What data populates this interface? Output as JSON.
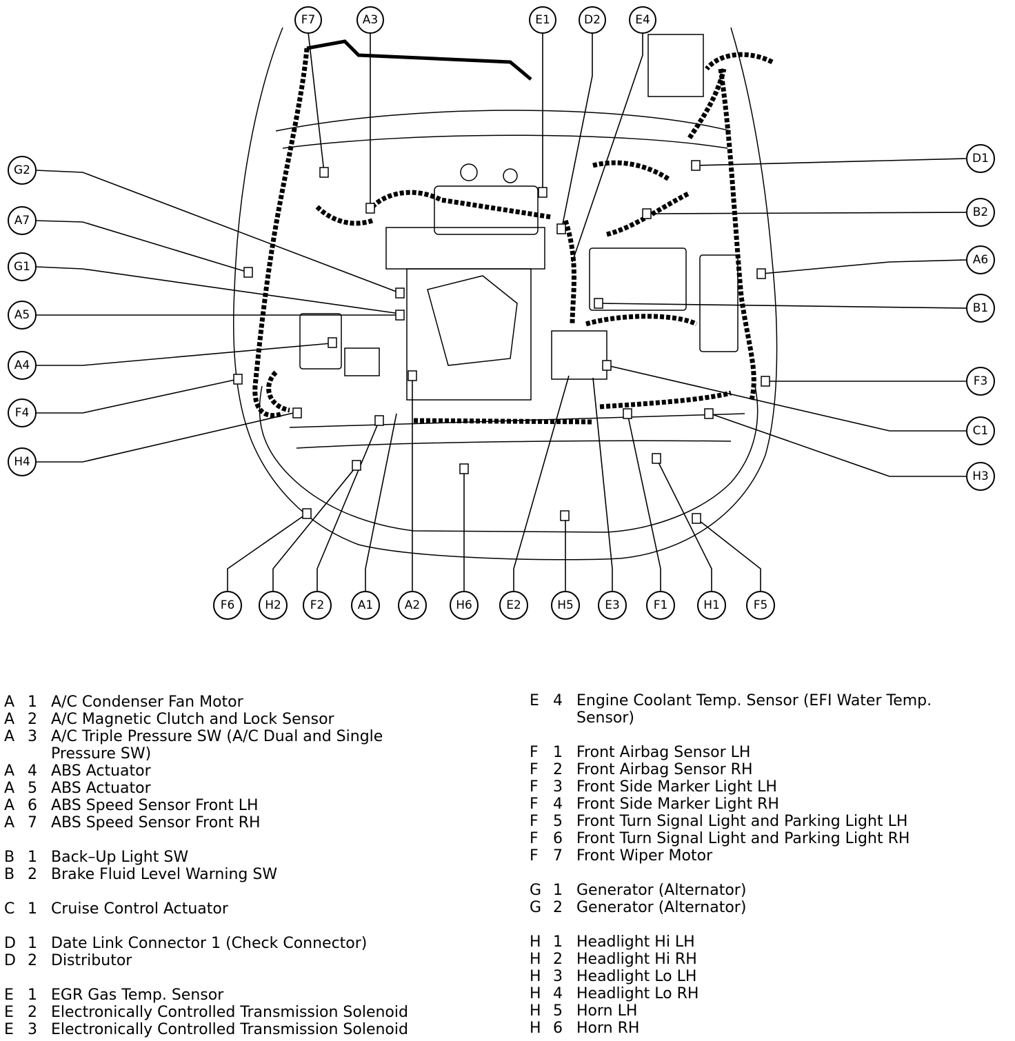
{
  "callouts": {
    "F7": "F7",
    "A3": "A3",
    "E1": "E1",
    "D2": "D2",
    "E4": "E4",
    "G2": "G2",
    "A7": "A7",
    "G1": "G1",
    "A5": "A5",
    "A4": "A4",
    "F4": "F4",
    "H4": "H4",
    "D1": "D1",
    "B2": "B2",
    "A6": "A6",
    "B1": "B1",
    "F3": "F3",
    "C1": "C1",
    "H3": "H3",
    "F6": "F6",
    "H2": "H2",
    "F2": "F2",
    "A1": "A1",
    "A2": "A2",
    "H6": "H6",
    "E2": "E2",
    "H5": "H5",
    "E3": "E3",
    "F1": "F1",
    "H1": "H1",
    "F5": "F5"
  },
  "legend_left": [
    {
      "letter": "A",
      "num": "1",
      "text": "A/C Condenser Fan Motor"
    },
    {
      "letter": "A",
      "num": "2",
      "text": "A/C Magnetic Clutch and Lock Sensor"
    },
    {
      "letter": "A",
      "num": "3",
      "text": "A/C Triple Pressure SW (A/C Dual and Single"
    },
    {
      "letter": "",
      "num": "",
      "text": "Pressure SW)"
    },
    {
      "letter": "A",
      "num": "4",
      "text": "ABS Actuator"
    },
    {
      "letter": "A",
      "num": "5",
      "text": "ABS Actuator"
    },
    {
      "letter": "A",
      "num": "6",
      "text": "ABS Speed Sensor Front LH"
    },
    {
      "letter": "A",
      "num": "7",
      "text": "ABS Speed Sensor Front RH"
    },
    {
      "letter": "B",
      "num": "1",
      "text": "Back–Up Light SW"
    },
    {
      "letter": "B",
      "num": "2",
      "text": "Brake Fluid Level Warning SW"
    },
    {
      "letter": "C",
      "num": "1",
      "text": "Cruise Control Actuator"
    },
    {
      "letter": "D",
      "num": "1",
      "text": "Date Link Connector 1 (Check Connector)"
    },
    {
      "letter": "D",
      "num": "2",
      "text": "Distributor"
    },
    {
      "letter": "E",
      "num": "1",
      "text": "EGR Gas Temp. Sensor"
    },
    {
      "letter": "E",
      "num": "2",
      "text": "Electronically Controlled Transmission Solenoid"
    },
    {
      "letter": "E",
      "num": "3",
      "text": "Electronically Controlled Transmission Solenoid"
    }
  ],
  "legend_right": [
    {
      "letter": "E",
      "num": "4",
      "text": "Engine Coolant Temp. Sensor (EFI Water Temp."
    },
    {
      "letter": "",
      "num": "",
      "text": "Sensor)"
    },
    {
      "letter": "F",
      "num": "1",
      "text": "Front Airbag Sensor LH"
    },
    {
      "letter": "F",
      "num": "2",
      "text": "Front Airbag Sensor RH"
    },
    {
      "letter": "F",
      "num": "3",
      "text": "Front Side Marker Light LH"
    },
    {
      "letter": "F",
      "num": "4",
      "text": "Front Side Marker Light RH"
    },
    {
      "letter": "F",
      "num": "5",
      "text": "Front Turn Signal Light and Parking Light LH"
    },
    {
      "letter": "F",
      "num": "6",
      "text": "Front Turn Signal Light and Parking Light RH"
    },
    {
      "letter": "F",
      "num": "7",
      "text": "Front Wiper Motor"
    },
    {
      "letter": "G",
      "num": "1",
      "text": "Generator (Alternator)"
    },
    {
      "letter": "G",
      "num": "2",
      "text": "Generator (Alternator)"
    },
    {
      "letter": "H",
      "num": "1",
      "text": "Headlight Hi LH"
    },
    {
      "letter": "H",
      "num": "2",
      "text": "Headlight Hi RH"
    },
    {
      "letter": "H",
      "num": "3",
      "text": "Headlight Lo LH"
    },
    {
      "letter": "H",
      "num": "4",
      "text": "Headlight Lo RH"
    },
    {
      "letter": "H",
      "num": "5",
      "text": "Horn LH"
    },
    {
      "letter": "H",
      "num": "6",
      "text": "Horn RH"
    }
  ]
}
